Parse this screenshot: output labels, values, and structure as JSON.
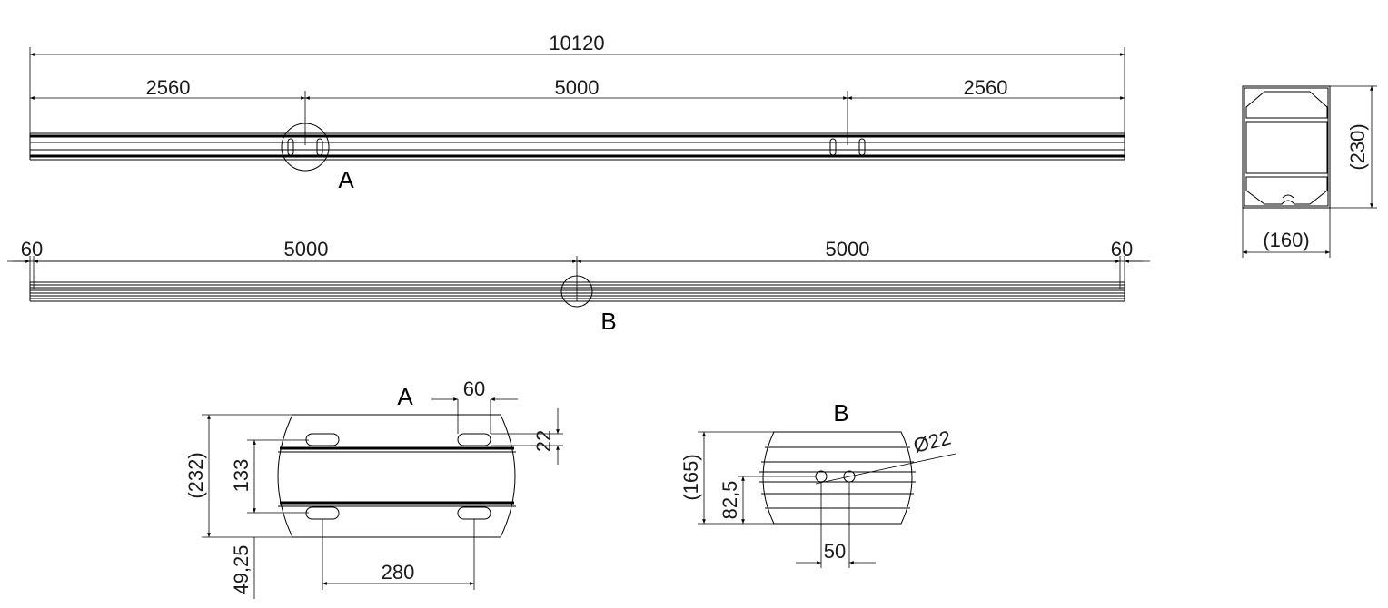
{
  "top_view": {
    "overall_length": "10120",
    "left_segment": "2560",
    "middle_segment": "5000",
    "right_segment": "2560",
    "detail_marker": "A"
  },
  "side_view": {
    "left_end": "60",
    "left_span": "5000",
    "right_span": "5000",
    "right_end": "60",
    "detail_marker": "B"
  },
  "cross_section": {
    "height": "(230)",
    "width": "(160)"
  },
  "detail_a": {
    "title": "A",
    "slot_length": "60",
    "slot_width": "22",
    "overall_height": "(232)",
    "rail_spacing": "133",
    "bottom_offset": "49,25",
    "slot_spacing": "280"
  },
  "detail_b": {
    "title": "B",
    "hole_diameter": "Ø22",
    "overall_height": "(165)",
    "hole_height": "82,5",
    "hole_spacing": "50"
  }
}
